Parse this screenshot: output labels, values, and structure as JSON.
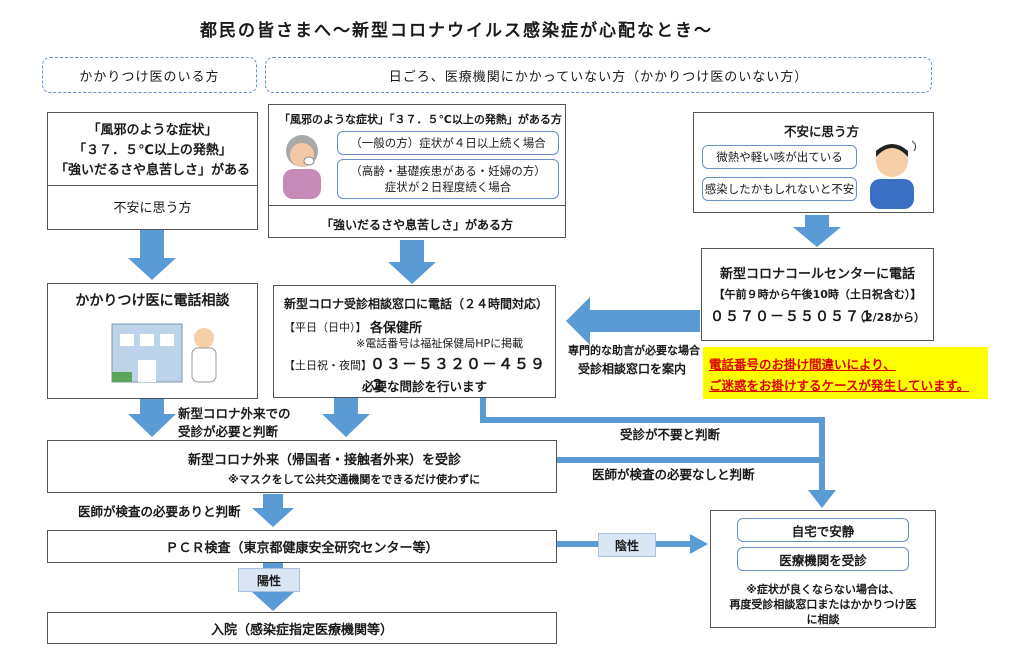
{
  "title": "都民の皆さまへ～新型コロナウイルス感染症が心配なとき～",
  "headers": {
    "left": "かかりつけ医のいる方",
    "right": "日ごろ、医療機関にかかっていない方（かかりつけ医のいない方）"
  },
  "box_a": {
    "lines": [
      "「風邪のような症状」",
      "「３７．５℃以上の発熱」",
      "「強いだるさや息苦しさ」がある"
    ],
    "footer": "不安に思う方"
  },
  "box_b": {
    "header": "「風邪のような症状」「３７．５℃以上の発熱」がある方",
    "pill1": "（一般の方）症状が４日以上続く場合",
    "pill2_line1": "（高齢・基礎疾患がある・妊婦の方）",
    "pill2_line2": "症状が２日程度続く場合",
    "footer": "「強いだるさや息苦しさ」がある方"
  },
  "box_c": {
    "title": "不安に思う方",
    "pill1": "微熱や軽い咳が出ている",
    "pill2": "感染したかもしれないと不安"
  },
  "box_d": {
    "title": "かかりつけ医に電話相談"
  },
  "box_e": {
    "title": "新型コロナ受診相談窓口に電話（２４時間対応）",
    "weekday_label": "【平日（日中）】",
    "weekday_value": "各保健所",
    "note": "※電話番号は福祉保健局HPに掲載",
    "holiday_label": "【土日祝・夜間】",
    "holiday_phone": "０３－５３２０－４５９２",
    "footer": "必要な問診を行います"
  },
  "box_f": {
    "title": "新型コロナコールセンターに電話",
    "hours": "【午前９時から午後10時（土日祝含む）】",
    "phone": "０５７０－５５０５７１",
    "phone_note": "（2/28から）"
  },
  "warning": {
    "line1": "電話番号のお掛け間違いにより、",
    "line2": "ご迷惑をお掛けするケースが発生しています。"
  },
  "labels": {
    "advice1": "専門的な助言が必要な場合",
    "advice2": "受診相談窓口を案内",
    "outpatient1": "新型コロナ外来での",
    "outpatient2": "受診が必要と判断",
    "no_need": "受診が不要と判断",
    "no_test": "医師が検査の必要なしと判断",
    "test_needed": "医師が検査の必要ありと判断",
    "negative": "陰性",
    "positive": "陽性"
  },
  "box_g": {
    "line1": "新型コロナ外来（帰国者・接触者外来）を受診",
    "line2": "※マスクをして公共交通機関をできるだけ使わずに"
  },
  "box_h": {
    "text": "ＰＣＲ検査（東京都健康安全研究センター等）"
  },
  "box_i": {
    "text": "入院（感染症指定医療機関等）"
  },
  "box_j": {
    "pill1": "自宅で安静",
    "pill2": "医療機関を受診",
    "note1": "※症状が良くならない場合は、",
    "note2": "再度受診相談窓口またはかかりつけ医",
    "note3": "に相談"
  },
  "colors": {
    "arrow": "#5b9bd5",
    "warning_bg": "#ffff00",
    "warning_text": "#e00000"
  }
}
